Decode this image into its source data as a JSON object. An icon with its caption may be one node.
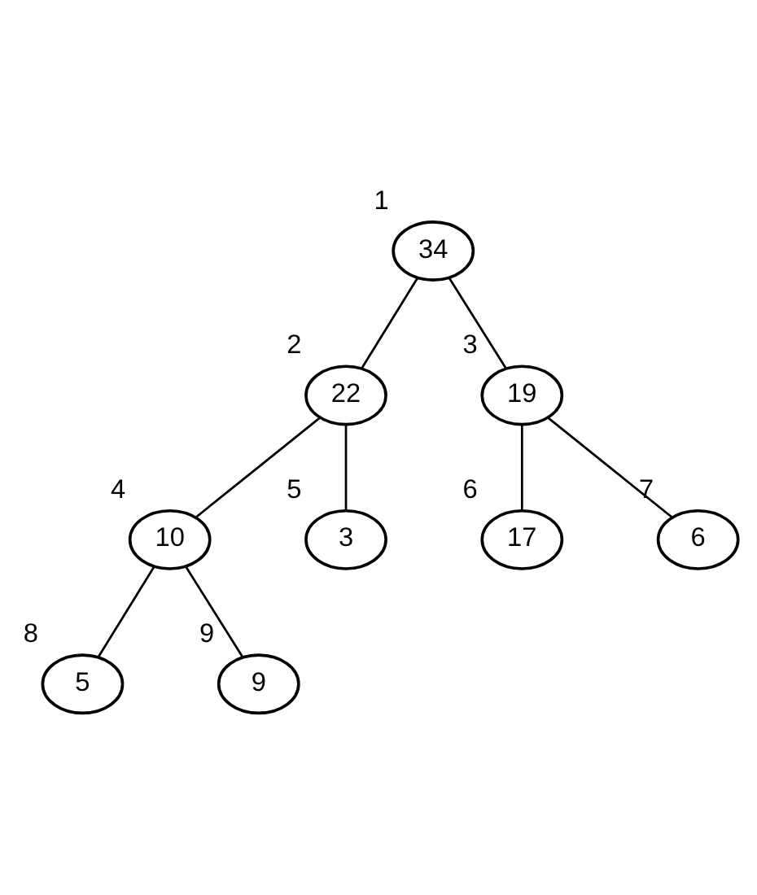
{
  "diagram": {
    "nodes": [
      {
        "text": [
          "34"
        ],
        "beside": [
          "1"
        ]
      },
      {
        "text": [
          "22"
        ],
        "beside": [
          "2"
        ]
      },
      {
        "text": [
          "19"
        ],
        "beside": [
          "3"
        ]
      },
      {
        "text": [
          "10"
        ],
        "beside": [
          "4"
        ]
      },
      {
        "text": [
          "3"
        ],
        "beside": [
          "5"
        ]
      },
      {
        "text": [
          "17"
        ],
        "beside": [
          "6"
        ]
      },
      {
        "text": [
          "6"
        ],
        "beside": [
          "7"
        ]
      },
      {
        "text": [
          "5"
        ],
        "beside": [
          "8"
        ]
      },
      {
        "text": [
          "9"
        ],
        "beside": [
          "9"
        ]
      }
    ],
    "edges": [
      {
        "from": 0,
        "to": 1,
        "arrow": "none"
      },
      {
        "from": 0,
        "to": 2,
        "arrow": "none"
      },
      {
        "from": 1,
        "to": 3,
        "arrow": "none"
      },
      {
        "from": 1,
        "to": 4,
        "arrow": "none"
      },
      {
        "from": 2,
        "to": 5,
        "arrow": "none"
      },
      {
        "from": 2,
        "to": 6,
        "arrow": "none"
      },
      {
        "from": 3,
        "to": 7,
        "arrow": "none"
      },
      {
        "from": 3,
        "to": 8,
        "arrow": "none"
      }
    ]
  }
}
